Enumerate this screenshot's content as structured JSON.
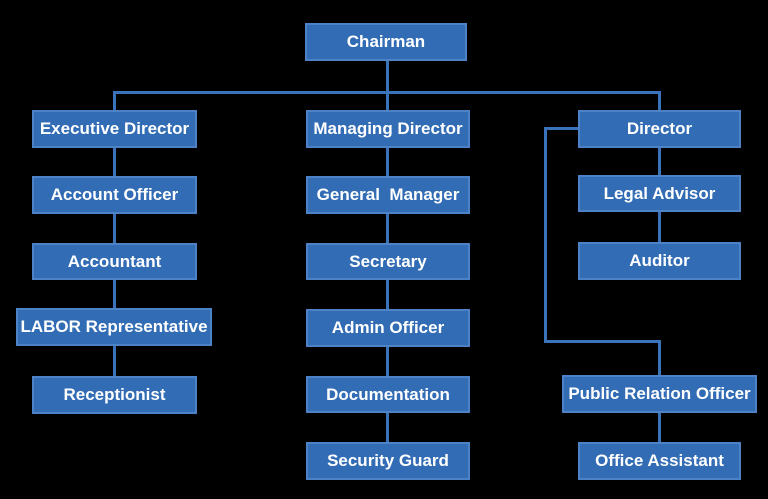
{
  "chart_title": "",
  "colors": {
    "background": "#000000",
    "box_fill": "#316cb4",
    "box_border": "#4d82c6",
    "line": "#3b73ba",
    "text_color": "#ffffff"
  },
  "nodes": {
    "chairman": "Chairman",
    "executive_director": "Executive Director",
    "account_officer": "Account Officer",
    "accountant": "Accountant",
    "labor_representative": "LABOR Representative",
    "receptionist": "Receptionist",
    "managing_director": "Managing Director",
    "general_manager": "General  Manager",
    "secretary": "Secretary",
    "admin_officer": "Admin Officer",
    "documentation": "Documentation",
    "security_guard": "Security Guard",
    "director": "Director",
    "legal_advisor": "Legal Advisor",
    "auditor": "Auditor",
    "public_relation_officer": "Public Relation Officer",
    "office_assistant": "Office Assistant"
  },
  "edges": [
    {
      "from": "Chairman",
      "to": "Executive Director"
    },
    {
      "from": "Chairman",
      "to": "Managing Director"
    },
    {
      "from": "Chairman",
      "to": "Director"
    },
    {
      "from": "Executive Director",
      "to": "Account Officer"
    },
    {
      "from": "Account Officer",
      "to": "Accountant"
    },
    {
      "from": "Accountant",
      "to": "LABOR Representative"
    },
    {
      "from": "LABOR Representative",
      "to": "Receptionist"
    },
    {
      "from": "Managing Director",
      "to": "General  Manager"
    },
    {
      "from": "General  Manager",
      "to": "Secretary"
    },
    {
      "from": "Secretary",
      "to": "Admin Officer"
    },
    {
      "from": "Admin Officer",
      "to": "Documentation"
    },
    {
      "from": "Documentation",
      "to": "Security Guard"
    },
    {
      "from": "Director",
      "to": "Legal Advisor"
    },
    {
      "from": "Legal Advisor",
      "to": "Auditor"
    },
    {
      "from": "Director",
      "to": "Public Relation Officer"
    },
    {
      "from": "Public Relation Officer",
      "to": "Office Assistant"
    }
  ]
}
